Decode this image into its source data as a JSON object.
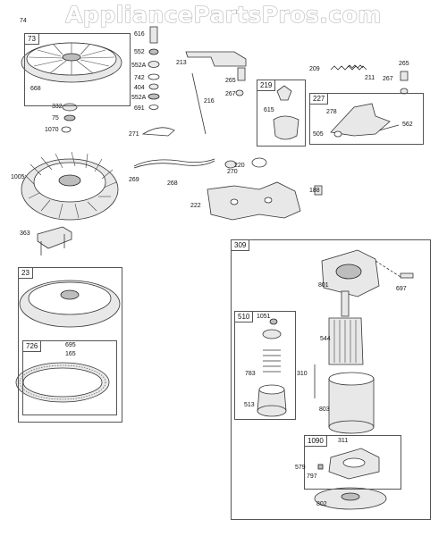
{
  "watermark": "AppliancePartsPros.com",
  "groups": {
    "g73": "73",
    "g219": "219",
    "g227": "227",
    "g23": "23",
    "g726": "726",
    "g309": "309",
    "g510": "510",
    "g1090": "1090"
  },
  "parts": {
    "p74": "74",
    "p616": "616",
    "p552": "552",
    "p552a": "552A",
    "p742": "742",
    "p404": "404",
    "p552a_2": "552A",
    "p691": "691",
    "p213": "213",
    "p216": "216",
    "p265": "265",
    "p267": "267",
    "p615": "615",
    "p209": "209",
    "p211": "211",
    "p265_2": "265",
    "p267_2": "267",
    "p278": "278",
    "p505": "505",
    "p562": "562",
    "p668": "668",
    "p332": "332",
    "p75": "75",
    "p1070": "1070",
    "p271": "271",
    "p269": "269",
    "p268": "268",
    "p270": "270",
    "p220": "220",
    "p188": "188",
    "p1005": "1005",
    "p222": "222",
    "p363": "363",
    "p695": "695",
    "p165": "165",
    "p801": "801",
    "p697": "697",
    "p1051": "1051",
    "p544": "544",
    "p783": "783",
    "p310": "310",
    "p513": "513",
    "p803": "803",
    "p311": "311",
    "p579": "579",
    "p797": "797",
    "p802": "802"
  }
}
